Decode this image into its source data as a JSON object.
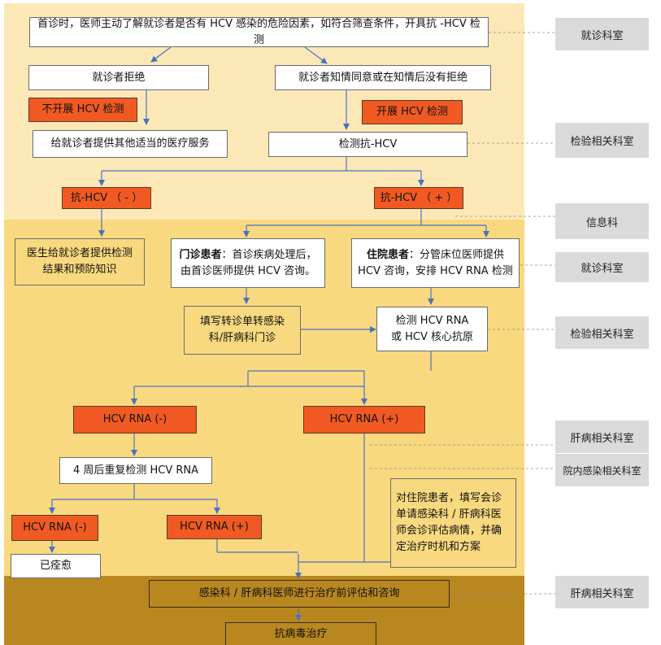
{
  "bands": {
    "b1": "#fbe8b6",
    "b2": "#f8d97f",
    "b3": "#b8871f"
  },
  "boxes": {
    "intro": "首诊时，医师主动了解就诊者是否有 HCV 感染的危险因素，如符合筛查条件，开具抗 -HCV 检测",
    "refuse": "就诊者拒绝",
    "consent": "就诊者知情同意或在知情后没有拒绝",
    "no_test": "不开展 HCV 检测",
    "do_test": "开展 HCV 检测",
    "other_service": "给就诊者提供其他适当的医疗服务",
    "test_anti": "检测抗-HCV",
    "anti_neg": "抗-HCV （ - ）",
    "anti_pos": "抗-HCV （ + ）",
    "doctor_inform_1": "医生给就诊者提供检测",
    "doctor_inform_2": "结果和预防知识",
    "outpatient_bold": "门诊患者",
    "outpatient_1": "：首诊疾病处理后，",
    "outpatient_2": "由首诊医师提供 HCV 咨询。",
    "inpatient_bold": "住院患者",
    "inpatient_1": "：分管床位医师提供",
    "inpatient_2": "HCV 咨询，安排 HCV RNA 检测",
    "referral_1": "填写转诊单转感染",
    "referral_2": "科/肝病科门诊",
    "rna_test_1": "检测 HCV RNA",
    "rna_test_2": "或 HCV 核心抗原",
    "rna_neg": "HCV RNA (-)",
    "rna_pos": "HCV RNA (+)",
    "repeat": "4 周后重复检测 HCV RNA",
    "rna_neg2": "HCV RNA (-)",
    "rna_pos2": "HCV RNA (+)",
    "cured": "已痊愈",
    "consult_1": "对住院患者，填写会诊",
    "consult_2": "单请感染科 / 肝病科医",
    "consult_3": "师会诊评估病情，并确",
    "consult_4": "定治疗时机和方案",
    "pretreat": "感染科 / 肝病科医师进行治疗前评估和咨询",
    "antiviral": "抗病毒治疗"
  },
  "side_labels": {
    "s1": "就诊科室",
    "s2": "检验相关科室",
    "s3": "信息科",
    "s4": "就诊科室",
    "s5": "检验相关科室",
    "s6": "肝病相关科室",
    "s7": "院内感染相关科室",
    "s8": "肝病相关科室"
  },
  "colors": {
    "arrow": "#4a72c4",
    "orange": "#f05a22",
    "dash": "#888888"
  }
}
